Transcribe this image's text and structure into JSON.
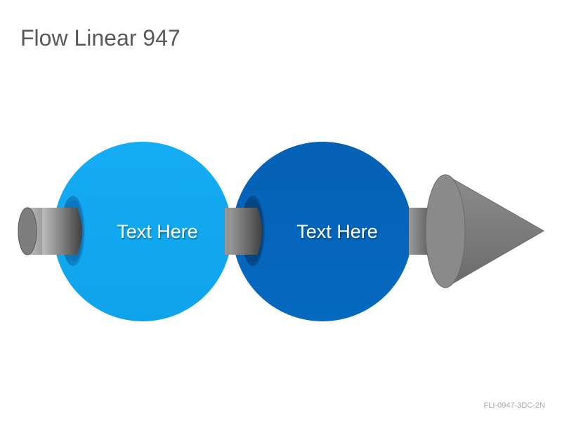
{
  "title": "Flow Linear 947",
  "code": "FLI-0947-3DC-2N",
  "steps": [
    {
      "label": "Text Here",
      "color": "#12a9f0",
      "color_dark": "#0d8fd0"
    },
    {
      "label": "Text Here",
      "color": "#0566bb",
      "color_dark": "#04529a"
    }
  ],
  "colors": {
    "pipe": "#6f6f6f",
    "pipe_light": "#9e9e9e",
    "arrow_head": "#808080"
  }
}
